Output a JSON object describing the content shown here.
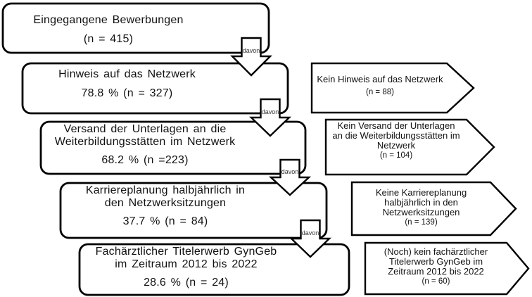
{
  "flow": {
    "boxes": [
      {
        "lines": [
          "Eingegangene Bewerbungen"
        ],
        "stat": "(n = 415)"
      },
      {
        "lines": [
          "Hinweis auf das Netzwerk"
        ],
        "stat": "78.8 % (n = 327)"
      },
      {
        "lines": [
          "Versand der Unterlagen an die",
          "Weiterbildungsstätten im Netzwerk"
        ],
        "stat": "68.2 % (n =223)"
      },
      {
        "lines": [
          "Karriereplanung halbjährlich in",
          "den Netzwerksitzungen"
        ],
        "stat": "37.7 % (n = 84)"
      },
      {
        "lines": [
          "Fachärztlicher Titelerwerb GynGeb",
          "im Zeitraum 2012 bis 2022"
        ],
        "stat": "28.6 % (n = 24)"
      }
    ],
    "connectors": [
      {
        "label": "davon"
      },
      {
        "label": "davon"
      },
      {
        "label": "davon"
      },
      {
        "label": "davon"
      }
    ],
    "side_arrows": [
      {
        "lines": [
          "Kein Hinweis auf das Netzwerk"
        ],
        "stat": "(n = 88)"
      },
      {
        "lines": [
          "Kein Versand der Unterlagen",
          "an die Weiterbildungsstätten im",
          "Netzwerk"
        ],
        "stat": "(n = 104)"
      },
      {
        "lines": [
          "Keine Karriereplanung",
          "halbjährlich in den",
          "Netzwerksitzungen"
        ],
        "stat": "(n = 139)"
      },
      {
        "lines": [
          "(Noch) kein fachärztlicher",
          "Titelerwerb GynGeb im",
          "Zeitraum 2012 bis 2022"
        ],
        "stat": "(n = 60)"
      }
    ]
  },
  "colors": {
    "stroke": "#000000",
    "fill": "#ffffff",
    "text": "#111111"
  }
}
